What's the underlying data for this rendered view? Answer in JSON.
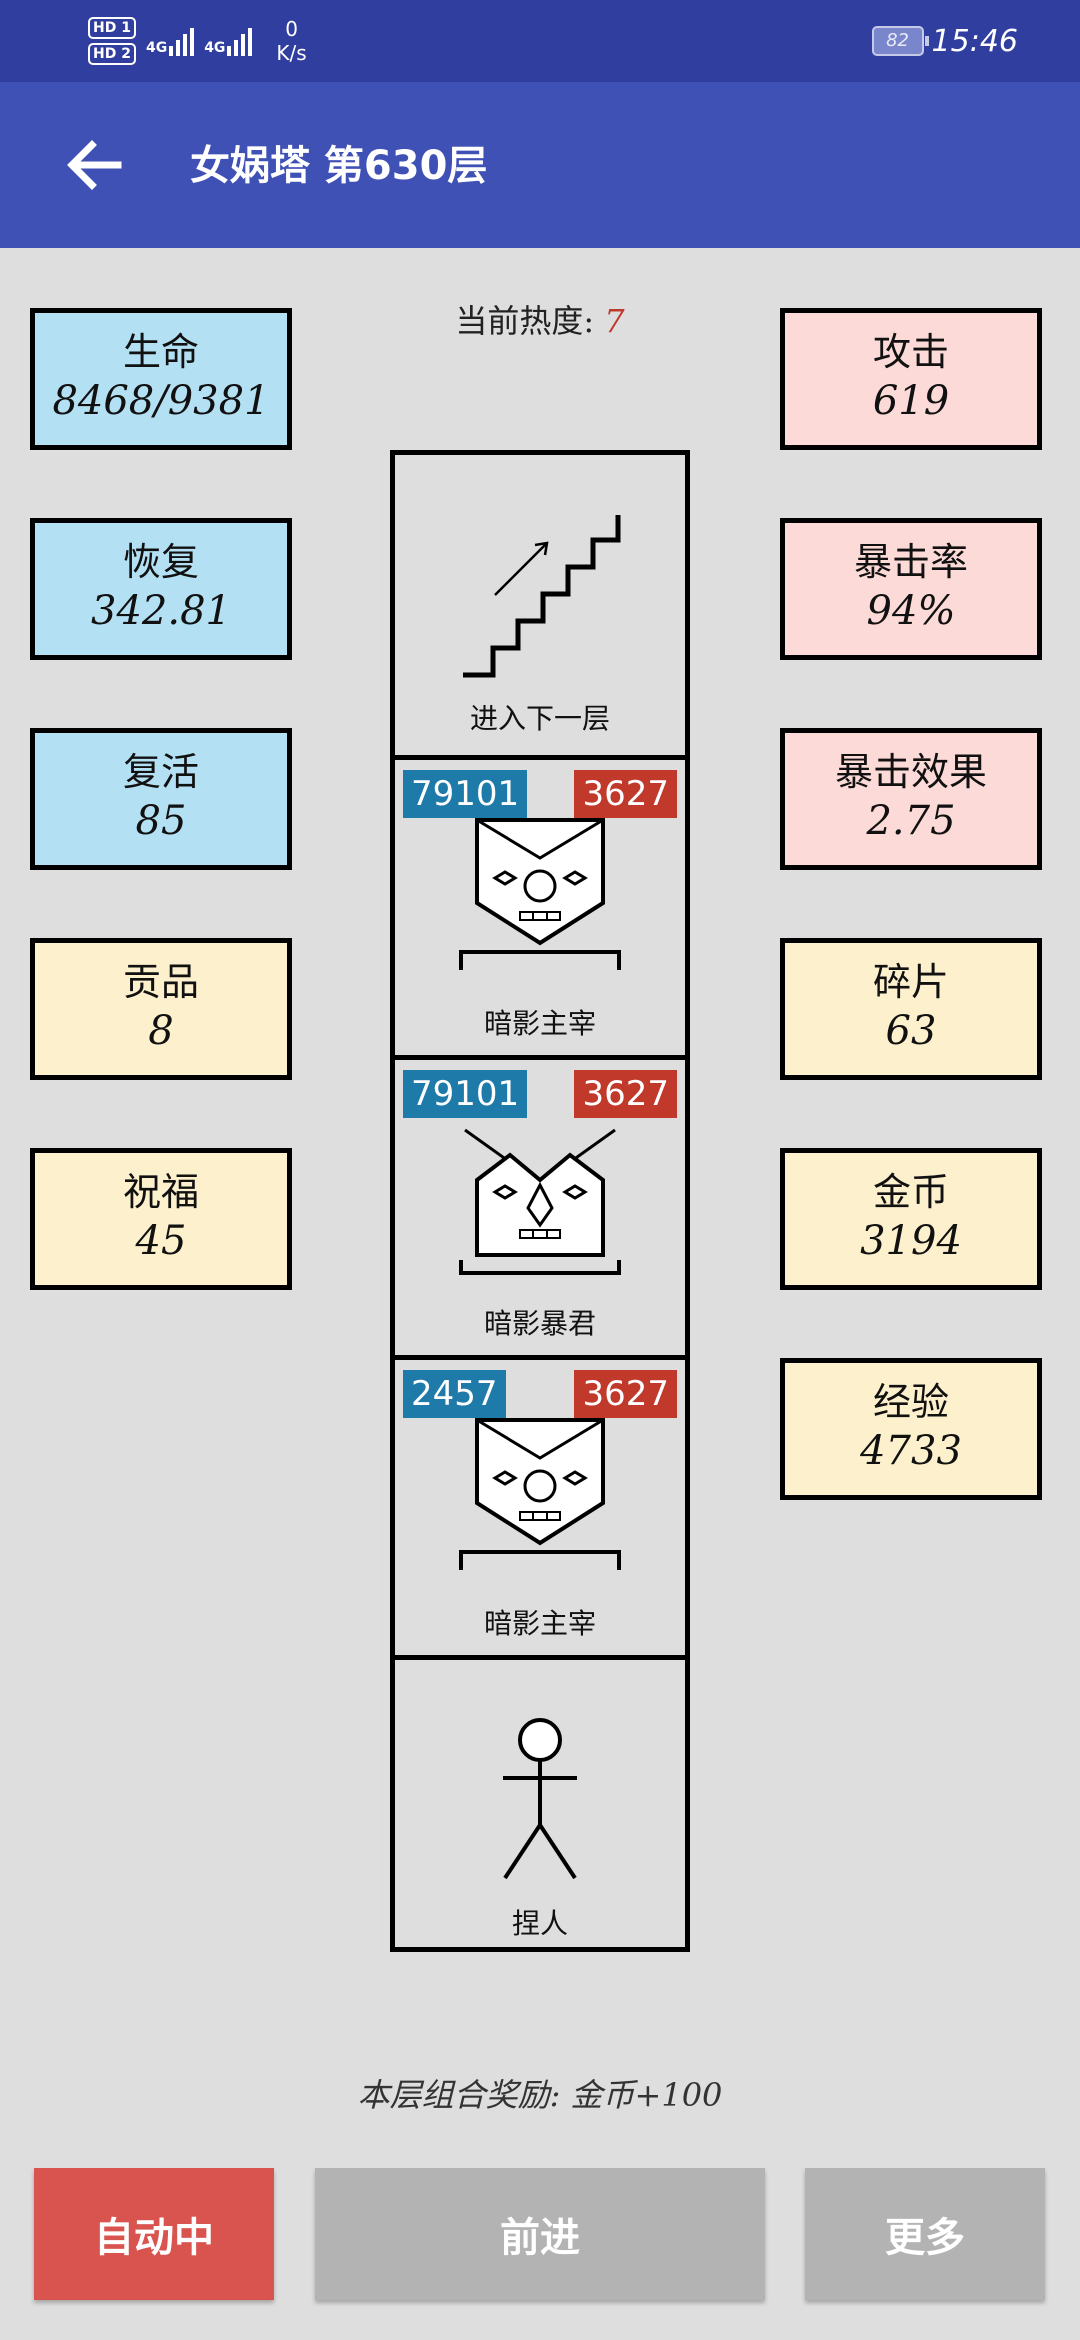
{
  "status_bar": {
    "hd1": "HD 1",
    "hd2": "HD 2",
    "net1": "4G",
    "net2": "4G",
    "speed_value": "0",
    "speed_unit": "K/s",
    "battery": "82",
    "time": "15:46"
  },
  "app_bar": {
    "title": "女娲塔 第630层"
  },
  "heat": {
    "label": "当前热度:",
    "value": "7"
  },
  "left_stats": [
    {
      "label": "生命",
      "value": "8468/9381"
    },
    {
      "label": "恢复",
      "value": "342.81"
    },
    {
      "label": "复活",
      "value": "85"
    },
    {
      "label": "贡品",
      "value": "8"
    },
    {
      "label": "祝福",
      "value": "45"
    }
  ],
  "right_stats": [
    {
      "label": "攻击",
      "value": "619"
    },
    {
      "label": "暴击率",
      "value": "94%"
    },
    {
      "label": "暴击效果",
      "value": "2.75"
    },
    {
      "label": "碎片",
      "value": "63"
    },
    {
      "label": "金币",
      "value": "3194"
    },
    {
      "label": "经验",
      "value": "4733"
    }
  ],
  "tower": {
    "stairs_label": "进入下一层",
    "enemies": [
      {
        "name": "暗影主宰",
        "hp": "79101",
        "attack": "3627"
      },
      {
        "name": "暗影暴君",
        "hp": "79101",
        "attack": "3627"
      },
      {
        "name": "暗影主宰",
        "hp": "2457",
        "attack": "3627"
      }
    ],
    "player_label": "捏人"
  },
  "reward_text": "本层组合奖励: 金币+100",
  "buttons": {
    "auto": "自动中",
    "forward": "前进",
    "more": "更多"
  },
  "colors": {
    "status_bar": "#303f9f",
    "app_bar": "#3f51b5",
    "hp_badge": "#1e7aa8",
    "atk_badge": "#c0392b",
    "auto_button": "#d9534f"
  }
}
